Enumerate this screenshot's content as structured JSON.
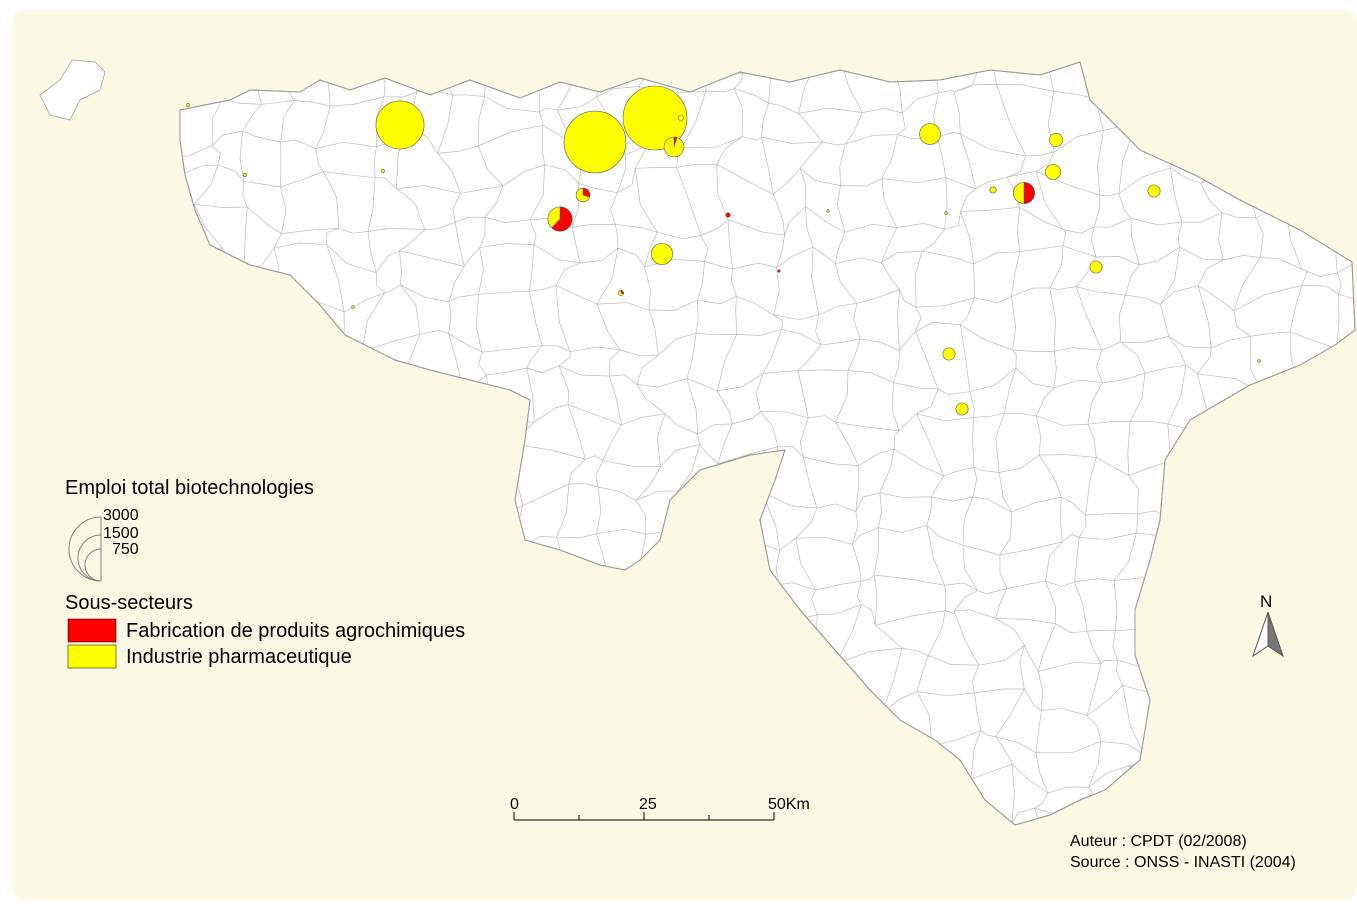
{
  "colors": {
    "background": "#fbf9e4",
    "region_fill": "#ffffff",
    "border": "#a0a0a0",
    "agro": "#ff0000",
    "pharma": "#ffff00"
  },
  "legend": {
    "size_title": "Emploi total biotechnologies",
    "size_values": [
      "3000",
      "1500",
      "750"
    ],
    "sector_title": "Sous-secteurs",
    "sectors": [
      {
        "label": "Fabrication de produits agrochimiques",
        "color": "#ff0000"
      },
      {
        "label": "Industrie pharmaceutique",
        "color": "#ffff00"
      }
    ]
  },
  "north": {
    "label": "N",
    "icon": "north-arrow-icon"
  },
  "scale_bar": {
    "labels": [
      "0",
      "25",
      "50Km"
    ]
  },
  "credits": {
    "author": "Auteur : CPDT (02/2008)",
    "source": "Source : ONSS - INASTI (2004)"
  },
  "symbols": [
    {
      "total": 1700,
      "agro_share": 0.0
    },
    {
      "total": 2800,
      "agro_share": 0.0
    },
    {
      "total": 3000,
      "agro_share": 0.0
    },
    {
      "total": 290,
      "agro_share": 0.05
    },
    {
      "total": 430,
      "agro_share": 0.62
    },
    {
      "total": 140,
      "agro_share": 0.3
    },
    {
      "total": 330,
      "agro_share": 0.0
    },
    {
      "total": 320,
      "agro_share": 0.0
    },
    {
      "total": 330,
      "agro_share": 0.5
    },
    {
      "total": 130,
      "agro_share": 0.0
    },
    {
      "total": 170,
      "agro_share": 0.0
    },
    {
      "total": 110,
      "agro_share": 0.0
    },
    {
      "total": 110,
      "agro_share": 0.0
    },
    {
      "total": 110,
      "agro_share": 0.0
    },
    {
      "total": 110,
      "agro_share": 0.0
    },
    {
      "total": 30,
      "agro_share": 0.0
    },
    {
      "total": 20,
      "agro_share": 0.3
    },
    {
      "total": 20,
      "agro_share": 0.0
    },
    {
      "total": 15,
      "agro_share": 1.0
    },
    {
      "total": 8,
      "agro_share": 0.0
    },
    {
      "total": 8,
      "agro_share": 0.0
    },
    {
      "total": 8,
      "agro_share": 0.0
    },
    {
      "total": 5,
      "agro_share": 0.0
    },
    {
      "total": 5,
      "agro_share": 1.0
    },
    {
      "total": 5,
      "agro_share": 0.0
    },
    {
      "total": 5,
      "agro_share": 0.0
    },
    {
      "total": 5,
      "agro_share": 0.0
    }
  ]
}
